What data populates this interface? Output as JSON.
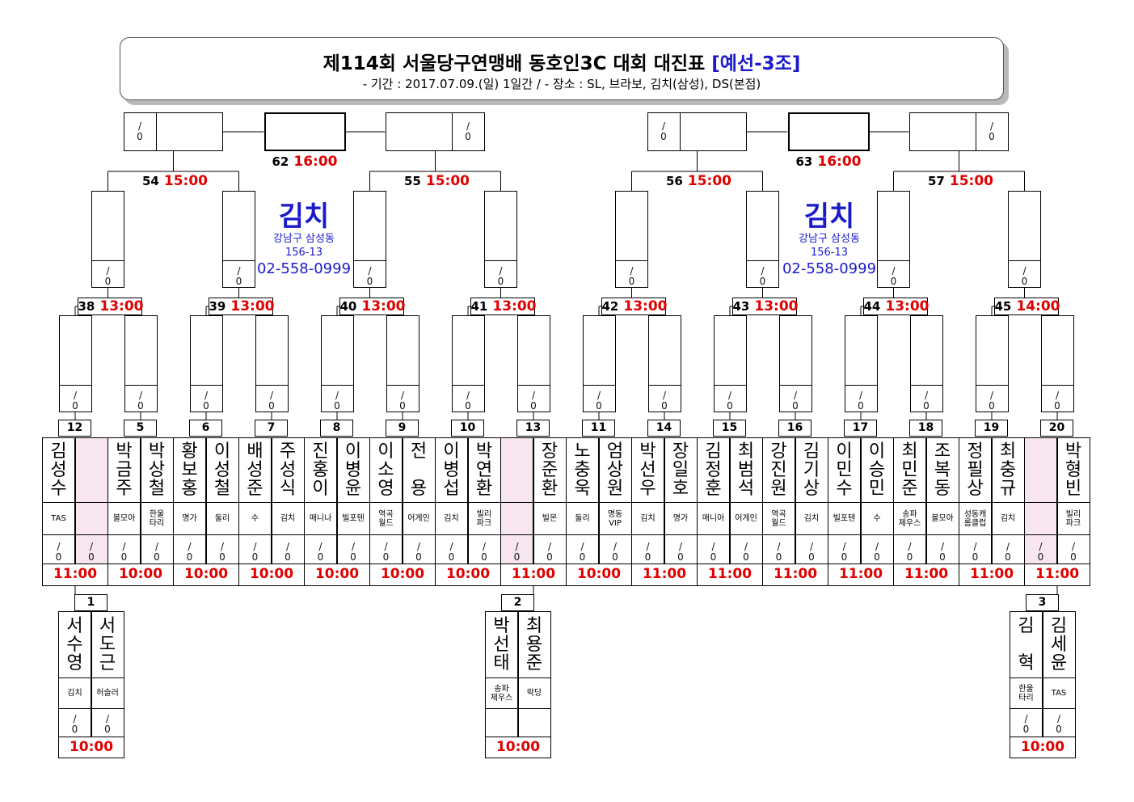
{
  "header": {
    "title": "제114회 서울당구연맹배 동호인3C 대회 대진표",
    "group_tag": "[예선-3조]",
    "subtitle": "- 기간 : 2017.07.09.(일) 1일간 / - 장소 : SL, 브라보, 김치(삼성), DS(본점)"
  },
  "venue": {
    "name": "김치",
    "address1": "강남구 삼성동",
    "address2": "156-13",
    "phone": "02-558-0999"
  },
  "score_placeholder": "/\n0",
  "finals": [
    {
      "num": "62",
      "time": "16:00"
    },
    {
      "num": "63",
      "time": "16:00"
    }
  ],
  "semis": [
    {
      "num": "54",
      "time": "15:00"
    },
    {
      "num": "55",
      "time": "15:00"
    },
    {
      "num": "56",
      "time": "15:00"
    },
    {
      "num": "57",
      "time": "15:00"
    }
  ],
  "quarters": [
    {
      "num": "38",
      "time": "13:00"
    },
    {
      "num": "39",
      "time": "13:00"
    },
    {
      "num": "40",
      "time": "13:00"
    },
    {
      "num": "41",
      "time": "13:00"
    },
    {
      "num": "42",
      "time": "13:00"
    },
    {
      "num": "43",
      "time": "13:00"
    },
    {
      "num": "44",
      "time": "13:00"
    },
    {
      "num": "45",
      "time": "14:00"
    }
  ],
  "round1": [
    {
      "num": "12",
      "time": "11:00",
      "players": [
        {
          "name": "김성수",
          "club": "TAS"
        },
        {
          "name": "",
          "club": "",
          "empty": true
        }
      ]
    },
    {
      "num": "5",
      "time": "10:00",
      "players": [
        {
          "name": "박금주",
          "club": "볼모아"
        },
        {
          "name": "박상철",
          "club": "한울\n타리"
        }
      ]
    },
    {
      "num": "6",
      "time": "10:00",
      "players": [
        {
          "name": "황보홍",
          "club": "명가"
        },
        {
          "name": "이성철",
          "club": "둘리"
        }
      ]
    },
    {
      "num": "7",
      "time": "10:00",
      "players": [
        {
          "name": "배성준",
          "club": "수"
        },
        {
          "name": "주성식",
          "club": "김치"
        }
      ]
    },
    {
      "num": "8",
      "time": "10:00",
      "players": [
        {
          "name": "진홍이",
          "club": "매니나"
        },
        {
          "name": "이병윤",
          "club": "빌포텐"
        }
      ]
    },
    {
      "num": "9",
      "time": "10:00",
      "players": [
        {
          "name": "이소영",
          "club": "역곡\n월드"
        },
        {
          "name": "전 용",
          "club": "어게인"
        }
      ]
    },
    {
      "num": "10",
      "time": "10:00",
      "players": [
        {
          "name": "이병섭",
          "club": "김치"
        },
        {
          "name": "박연환",
          "club": "빌리\n파크"
        }
      ]
    },
    {
      "num": "13",
      "time": "11:00",
      "players": [
        {
          "name": "",
          "club": "",
          "empty": true
        },
        {
          "name": "장준환",
          "club": "빌몬"
        }
      ]
    },
    {
      "num": "11",
      "time": "10:00",
      "players": [
        {
          "name": "노충욱",
          "club": "둘리"
        },
        {
          "name": "엄상원",
          "club": "명동\nVIP"
        }
      ]
    },
    {
      "num": "14",
      "time": "11:00",
      "players": [
        {
          "name": "박선우",
          "club": "김치"
        },
        {
          "name": "장일호",
          "club": "명가"
        }
      ]
    },
    {
      "num": "15",
      "time": "11:00",
      "players": [
        {
          "name": "김정훈",
          "club": "매니아"
        },
        {
          "name": "최범석",
          "club": "어게인"
        }
      ]
    },
    {
      "num": "16",
      "time": "11:00",
      "players": [
        {
          "name": "강진원",
          "club": "역곡\n월드"
        },
        {
          "name": "김기상",
          "club": "김치"
        }
      ]
    },
    {
      "num": "17",
      "time": "11:00",
      "players": [
        {
          "name": "이민수",
          "club": "빌포텐"
        },
        {
          "name": "이승민",
          "club": "수"
        }
      ]
    },
    {
      "num": "18",
      "time": "11:00",
      "players": [
        {
          "name": "최민준",
          "club": "송파\n제우스"
        },
        {
          "name": "조복동",
          "club": "볼모아"
        }
      ]
    },
    {
      "num": "19",
      "time": "11:00",
      "players": [
        {
          "name": "정필상",
          "club": "성동캐\n롬클럽"
        },
        {
          "name": "최충규",
          "club": "김치"
        }
      ]
    },
    {
      "num": "20",
      "time": "11:00",
      "players": [
        {
          "name": "",
          "club": "",
          "empty": true
        },
        {
          "name": "박형빈",
          "club": "빌리\n파크"
        }
      ]
    }
  ],
  "prelims": [
    {
      "num": "1",
      "time": "10:00",
      "players": [
        {
          "name": "서수영",
          "club": "김치"
        },
        {
          "name": "서도근",
          "club": "허슬러"
        }
      ]
    },
    {
      "num": "2",
      "time": "10:00",
      "noscore": true,
      "players": [
        {
          "name": "박선태",
          "club": "송파\n제우스"
        },
        {
          "name": "최용준",
          "club": "락당"
        }
      ]
    },
    {
      "num": "3",
      "time": "10:00",
      "players": [
        {
          "name": "김 혁",
          "club": "한울\n타리"
        },
        {
          "name": "김세윤",
          "club": "TAS"
        }
      ]
    }
  ]
}
